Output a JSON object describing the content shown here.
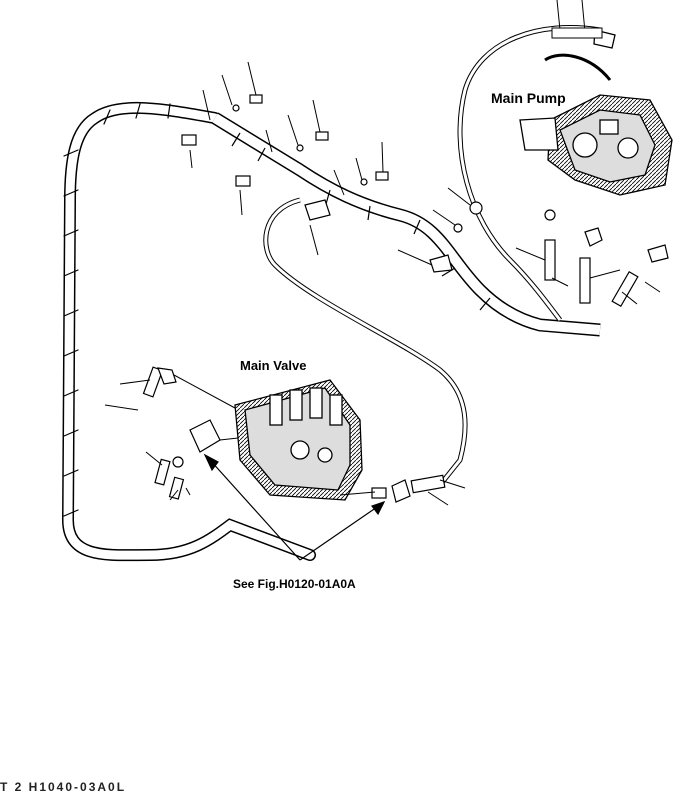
{
  "labels": {
    "main_pump": "Main Pump",
    "main_valve": "Main Valve",
    "reference": "See Fig.H0120-01A0A",
    "footer": "T 2 H1040-03A0L"
  },
  "colors": {
    "line": "#000000",
    "hose_fill": "#ffffff",
    "component_shade": "#bbbbbb"
  }
}
